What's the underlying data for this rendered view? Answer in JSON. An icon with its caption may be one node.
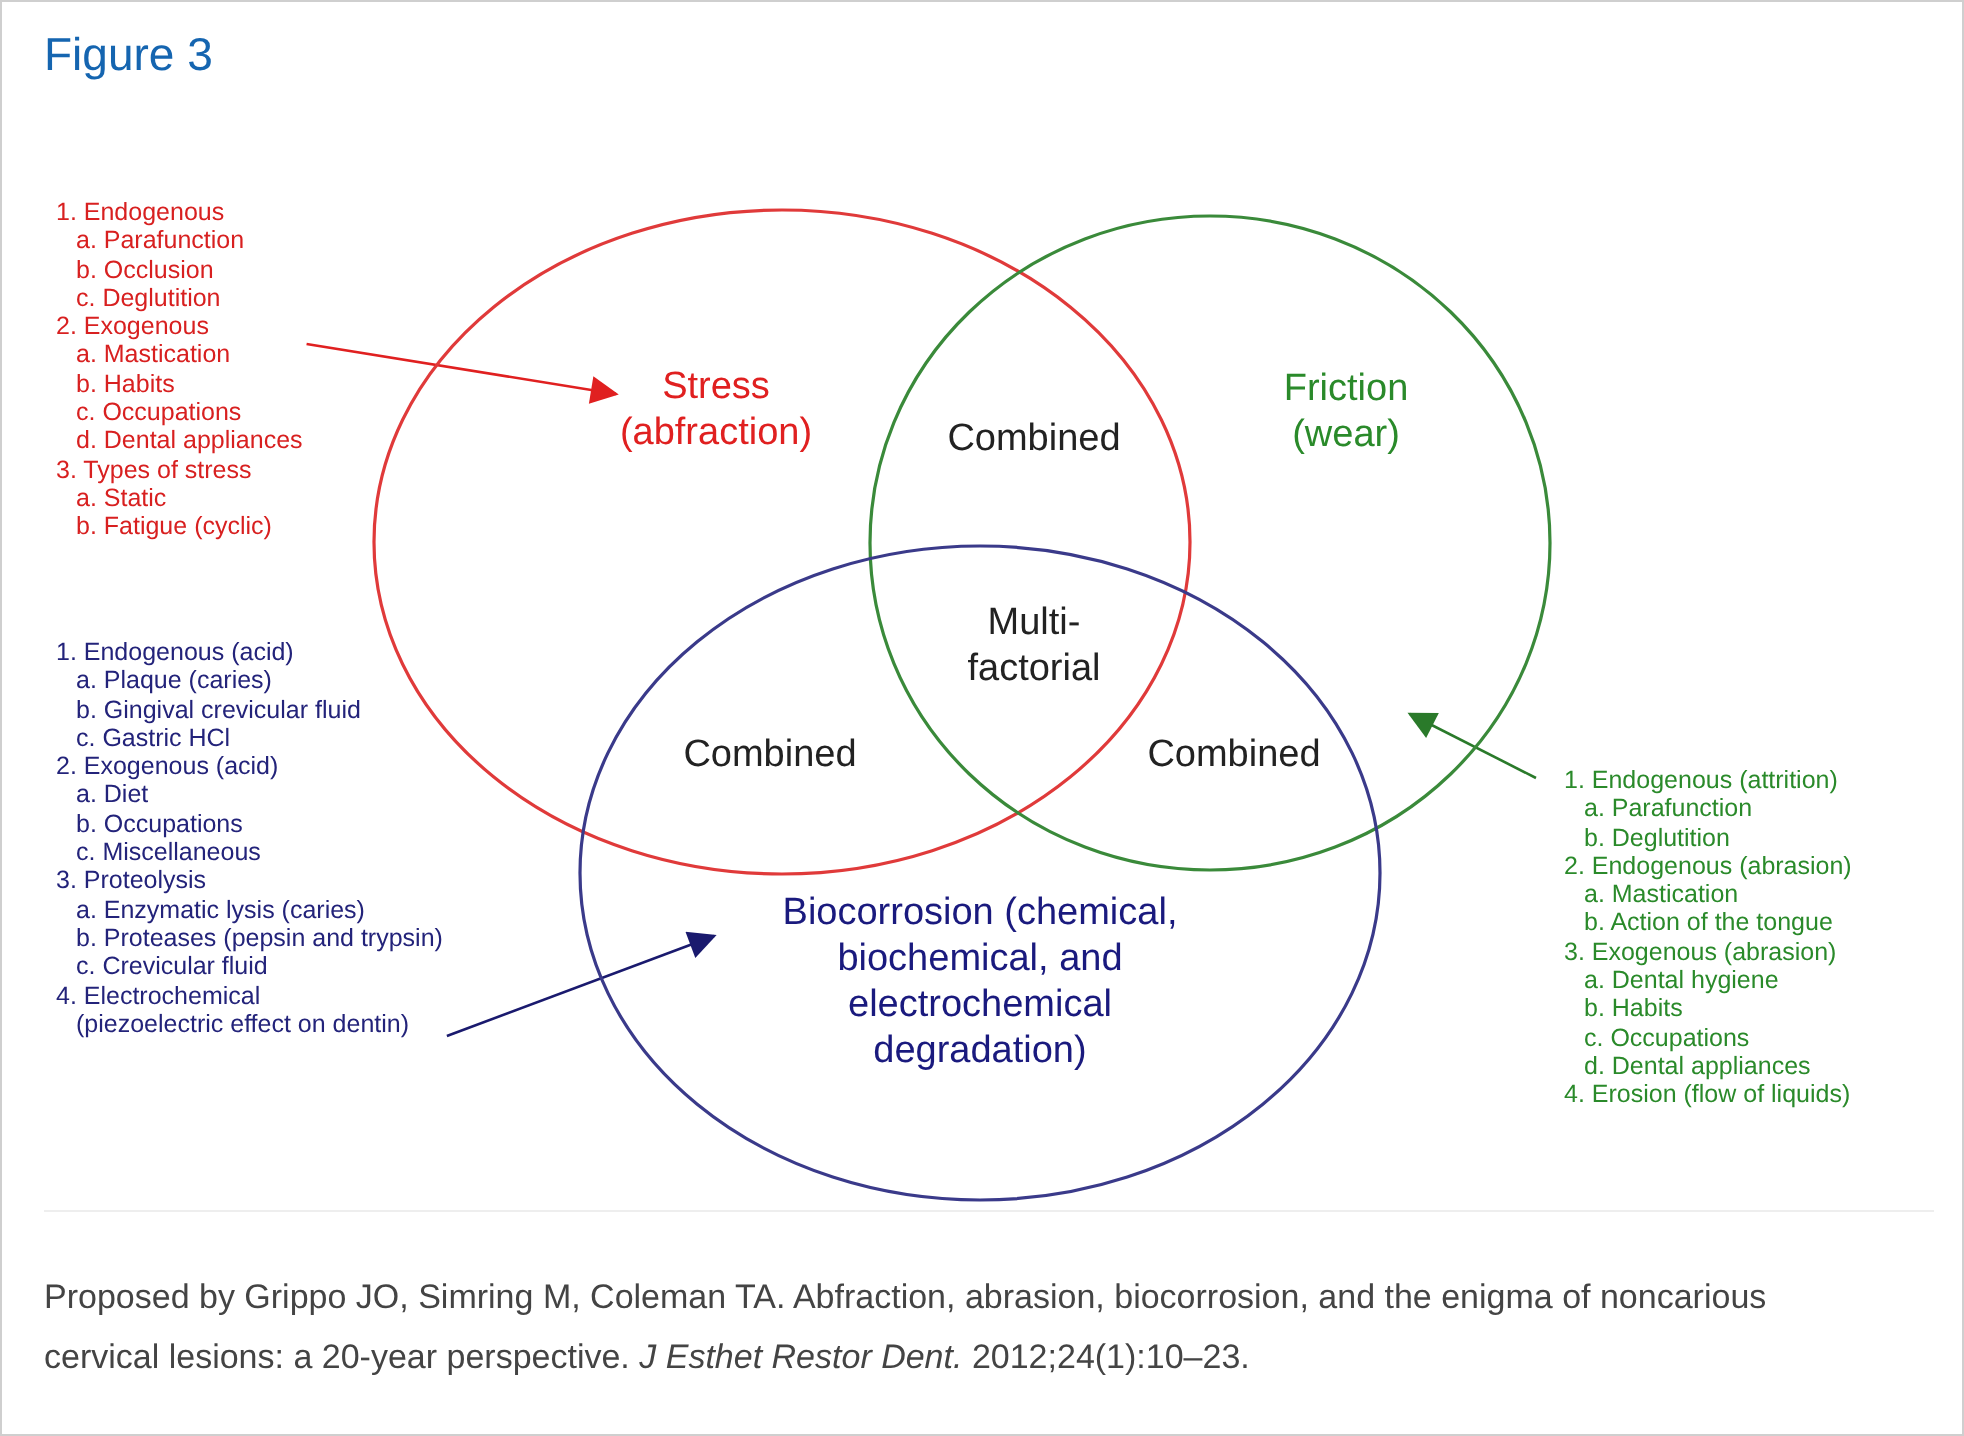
{
  "diagram": {
    "title": "Figure 3",
    "caption": "Proposed by Grippo JO, Simring M, Coleman TA. Abfraction, abrasion, biocorrosion, and the enigma of noncarious cervical lesions: a 20-year perspective. *J Esthet Restor Dent.* 2012;24(1):10–23.",
    "nodes": [
      {
        "text": [
          "Stress (abfraction)"
        ]
      },
      {
        "text": [
          "Friction (wear)"
        ]
      },
      {
        "text": [
          "Biocorrosion (chemical, biochemical, and electrochemical degradation)"
        ]
      },
      {
        "text": [
          "1. Endogenous",
          "a. Parafunction",
          "b. Occlusion",
          "c. Deglutition",
          "2. Exogenous",
          "a. Mastication",
          "b. Habits",
          "c. Occupations",
          "d. Dental appliances",
          "3. Types of stress",
          "a. Static",
          "b. Fatigue (cyclic)"
        ]
      },
      {
        "text": [
          "1. Endogenous (acid)",
          "a. Plaque (caries)",
          "b. Gingival crevicular fluid",
          "c. Gastric HCl",
          "2. Exogenous (acid)",
          "a. Diet",
          "b. Occupations",
          "c. Miscellaneous",
          "3. Proteolysis",
          "a. Enzymatic lysis (caries)",
          "b. Proteases (pepsin and trypsin)",
          "c. Crevicular fluid",
          "4. Electrochemical",
          "(piezoelectric effect on dentin)"
        ]
      },
      {
        "text": [
          "1. Endogenous (attrition)",
          "a. Parafunction",
          "b. Deglutition",
          "2. Endogenous (abrasion)",
          "a. Mastication",
          "b. Action of the tongue",
          "3. Exogenous (abrasion)",
          "a. Dental hygiene",
          "b. Habits",
          "c. Occupations",
          "d. Dental appliances",
          "4. Erosion (flow of liquids)"
        ]
      }
    ],
    "edges": [
      {
        "from": 3,
        "to": 0,
        "arrow": "to",
        "color": "#e02020"
      },
      {
        "from": 4,
        "to": 2,
        "arrow": "to",
        "color": "#1a1a6e"
      },
      {
        "from": 5,
        "to": 1,
        "arrow": "to",
        "color": "#2a7a2a"
      }
    ],
    "labels": [
      "Combined",
      "Multi- factorial",
      "Combined",
      "Combined"
    ]
  }
}
